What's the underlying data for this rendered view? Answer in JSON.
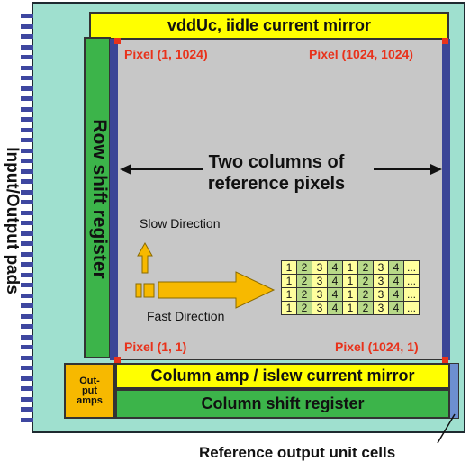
{
  "labels": {
    "top_bar": "vddUc, iidle current mirror",
    "row_shift": "Row shift register",
    "pixel_top_left": "Pixel (1, 1024)",
    "pixel_top_right": "Pixel (1024, 1024)",
    "pixel_bottom_left": "Pixel (1, 1)",
    "pixel_bottom_right": "Pixel (1024, 1)",
    "ref_columns_line1": "Two columns of",
    "ref_columns_line2": "reference pixels",
    "slow_direction": "Slow Direction",
    "fast_direction": "Fast Direction",
    "column_amp": "Column amp / islew current mirror",
    "out_amps_line1": "Out-",
    "out_amps_line2": "put",
    "out_amps_line3": "amps",
    "column_shift": "Column shift register",
    "io_pads": "Input/Output pads",
    "ref_output": "Reference output unit cells"
  },
  "pixel_grid": {
    "rows": [
      [
        "1",
        "2",
        "3",
        "4",
        "1",
        "2",
        "3",
        "4",
        "..."
      ],
      [
        "1",
        "2",
        "3",
        "4",
        "1",
        "2",
        "3",
        "4",
        "..."
      ],
      [
        "1",
        "2",
        "3",
        "4",
        "1",
        "2",
        "3",
        "4",
        "..."
      ],
      [
        "1",
        "2",
        "3",
        "4",
        "1",
        "2",
        "3",
        "4",
        "..."
      ]
    ]
  },
  "colors": {
    "chip": "#9fe0cf",
    "yellow_bar": "#ffff00",
    "green_bar": "#3cb44a",
    "array_gray": "#c7c7c7",
    "reference_column": "#3a4596",
    "red_label": "#e8321b",
    "arrow": "#f7b900",
    "output_amps": "#f7b900"
  }
}
